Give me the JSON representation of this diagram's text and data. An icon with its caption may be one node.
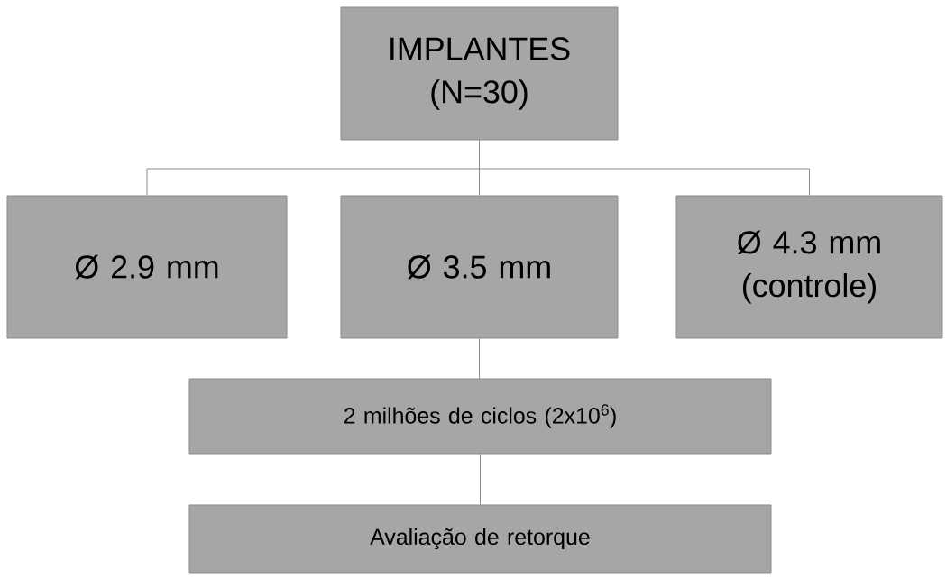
{
  "diagram": {
    "nodes": [
      {
        "text": [
          "IMPLANTES (N=30)"
        ]
      },
      {
        "text": [
          "Ø 2.9 mm"
        ]
      },
      {
        "text": [
          "Ø 3.5 mm"
        ]
      },
      {
        "text": [
          "Ø 4.3 mm (controle)"
        ]
      },
      {
        "text": [
          "2 milhões de ciclos (2x10$^{6}$)"
        ]
      },
      {
        "text": [
          "Avaliação de retorque"
        ]
      }
    ],
    "edges": [
      {
        "from": 0,
        "to": 1,
        "arrow": "none"
      },
      {
        "from": 0,
        "to": 2,
        "arrow": "none"
      },
      {
        "from": 0,
        "to": 3,
        "arrow": "none"
      },
      {
        "from": 2,
        "to": 4,
        "arrow": "none"
      },
      {
        "from": 4,
        "to": 5,
        "arrow": "none"
      }
    ]
  }
}
